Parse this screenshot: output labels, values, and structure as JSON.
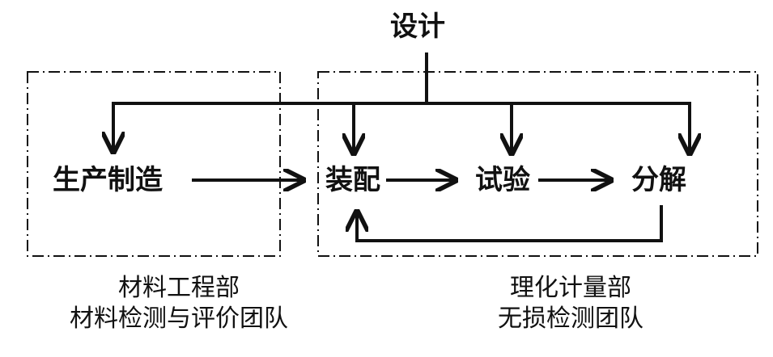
{
  "nodes": {
    "design": "设计",
    "production": "生产制造",
    "assembly": "装配",
    "test": "试验",
    "disassembly": "分解"
  },
  "groups": {
    "left": {
      "department": "材料工程部",
      "team": "材料检测与评价团队"
    },
    "right": {
      "department": "理化计量部",
      "team": "无损检测团队"
    }
  },
  "colors": {
    "line": "#111111",
    "background": "#ffffff"
  }
}
